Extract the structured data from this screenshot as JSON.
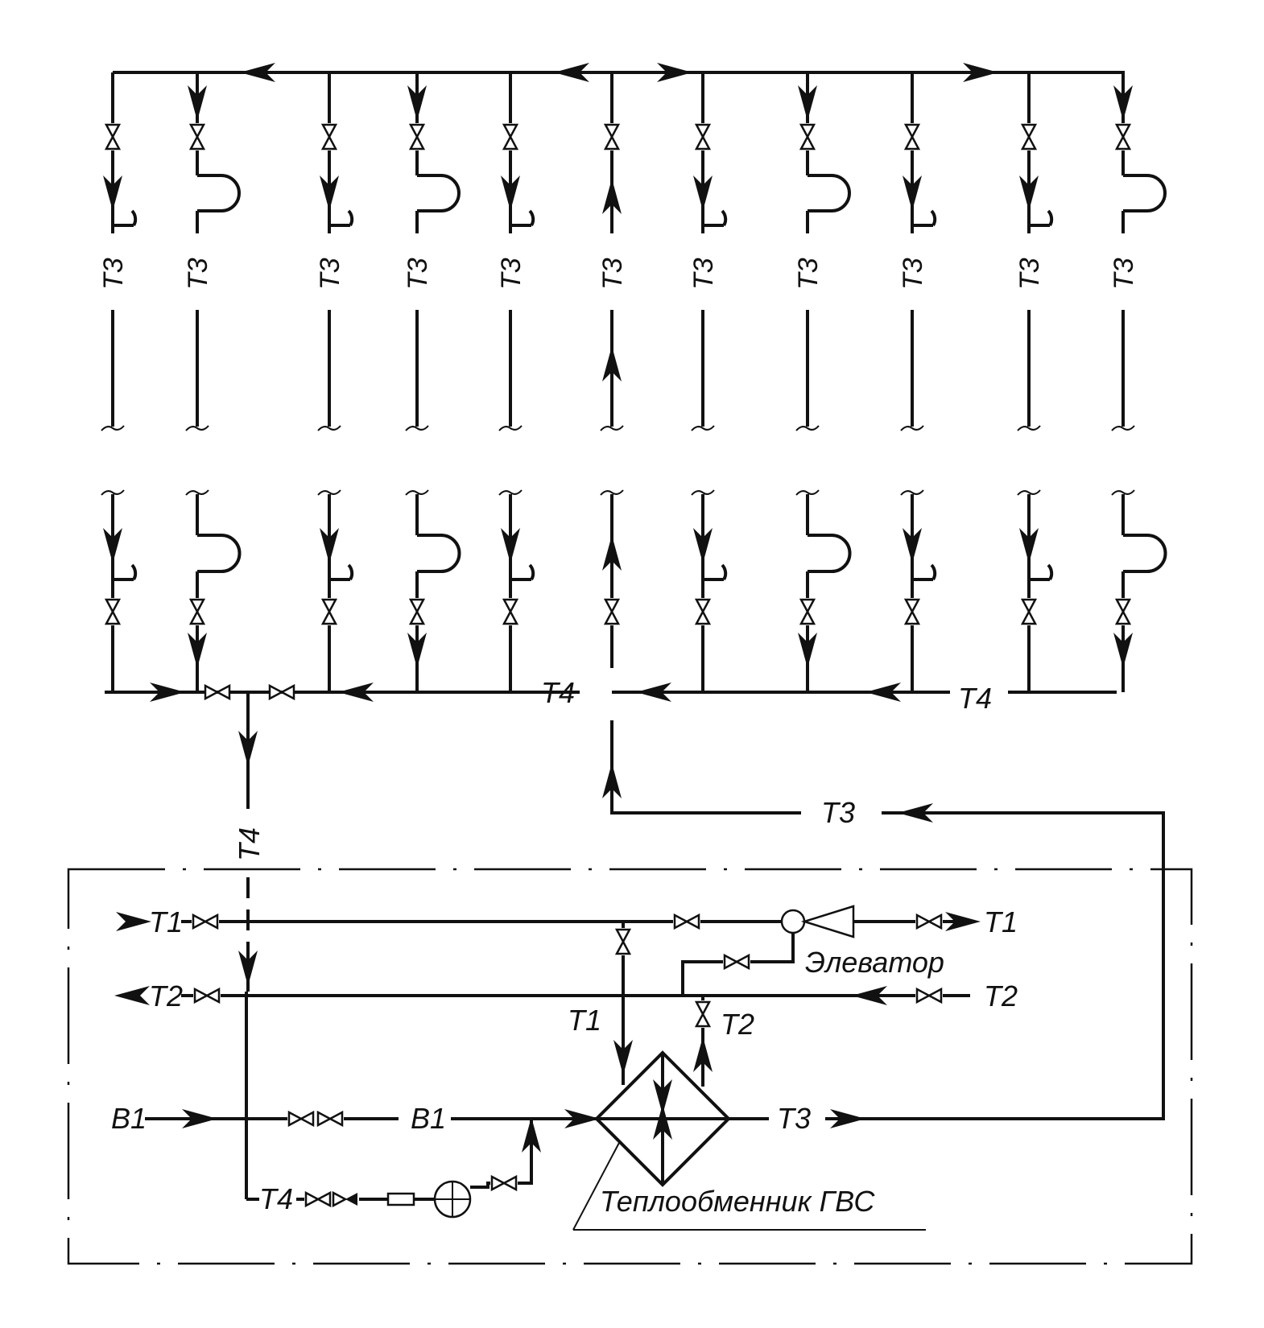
{
  "diagram": {
    "riser_label": "Т3",
    "t4_main_label": "Т4",
    "t4_right_label": "Т4",
    "t4_vertical_label": "Т4",
    "t3_return_label": "Т3",
    "t1_in_label": "Т1",
    "t1_out_label": "Т1",
    "t2_out_label": "Т2",
    "t2_in_label": "Т2",
    "elevator_label": "Элеватор",
    "t1_branch_label": "Т1",
    "t2_branch_label": "Т2",
    "b1_in_label": "В1",
    "b1_mid_label": "В1",
    "t3_out_label": "Т3",
    "t4_pump_label": "Т4",
    "exchanger_label": "Теплообменник ГВС",
    "risers": [
      {
        "kind": "tap",
        "flow": "down"
      },
      {
        "kind": "loop",
        "flow": "down"
      },
      {
        "kind": "tap",
        "flow": "down"
      },
      {
        "kind": "loop",
        "flow": "down"
      },
      {
        "kind": "tap",
        "flow": "down"
      },
      {
        "kind": "main",
        "flow": "up"
      },
      {
        "kind": "tap",
        "flow": "down"
      },
      {
        "kind": "loop",
        "flow": "down"
      },
      {
        "kind": "tap",
        "flow": "down"
      },
      {
        "kind": "tap",
        "flow": "down"
      },
      {
        "kind": "loop",
        "flow": "down"
      }
    ]
  }
}
